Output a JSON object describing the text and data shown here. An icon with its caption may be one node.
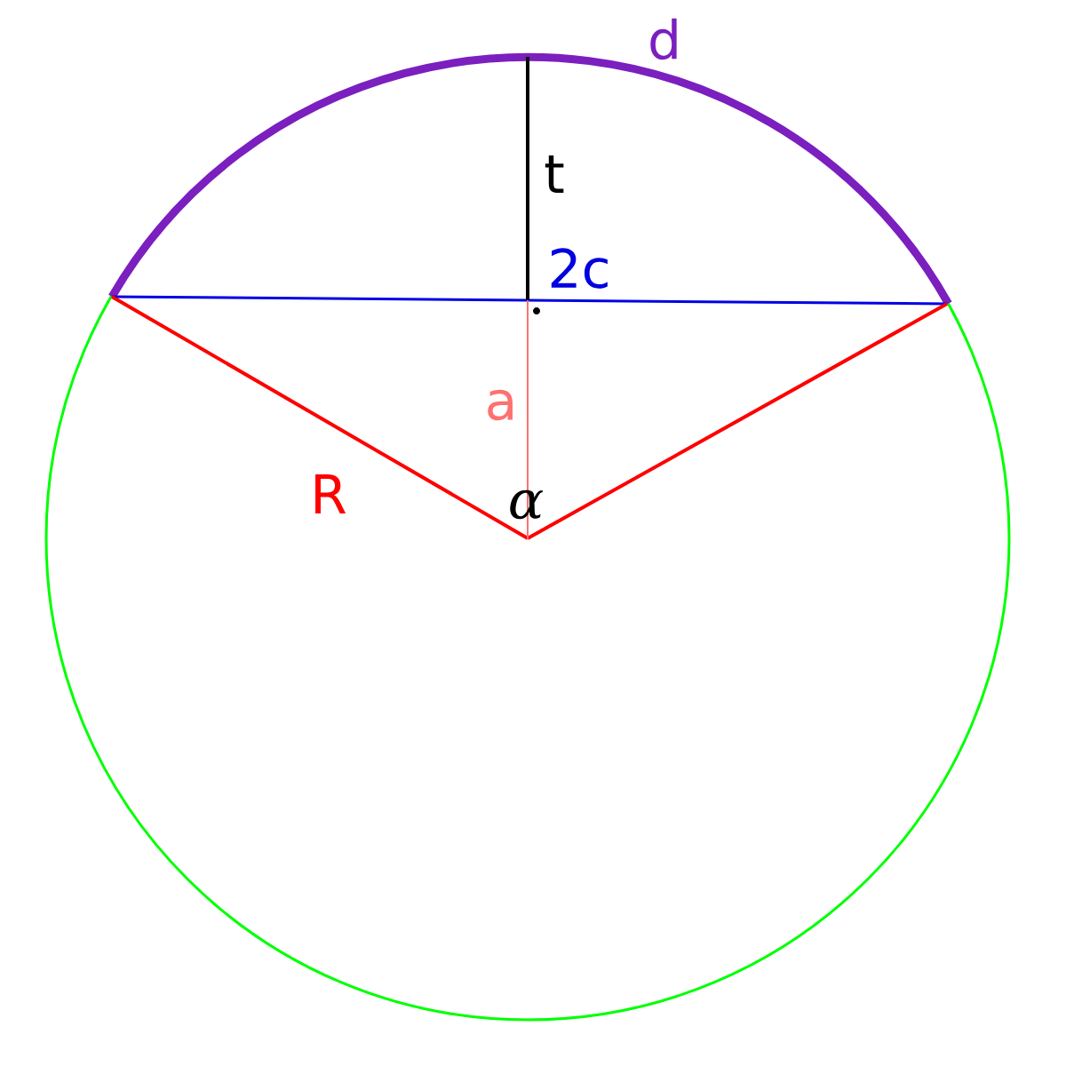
{
  "diagram": {
    "labels": [
      "d",
      "t",
      "2c",
      "a",
      "R",
      "α"
    ]
  }
}
